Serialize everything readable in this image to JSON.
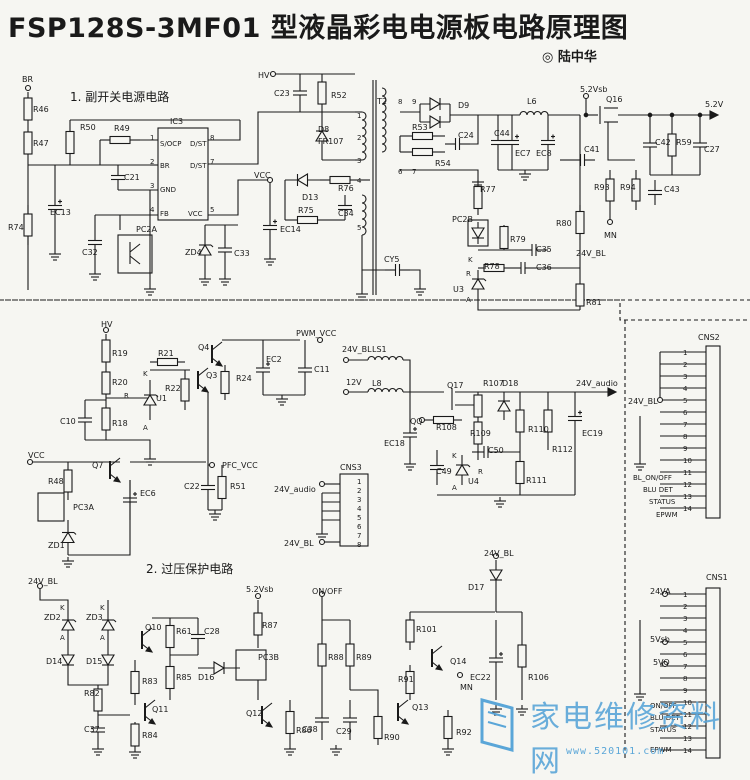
{
  "title": "FSP128S-3MF01 型液晶彩电电源板电路原理图",
  "author": "◎ 陆中华",
  "sections": {
    "standby": "1. 副开关电源电路",
    "overvoltage": "2. 过压保护电路"
  },
  "labels": [
    {
      "id": "br",
      "t": "BR"
    },
    {
      "id": "r46",
      "t": "R46"
    },
    {
      "id": "r47",
      "t": "R47"
    },
    {
      "id": "r74",
      "t": "R74"
    },
    {
      "id": "r50",
      "t": "R50"
    },
    {
      "id": "r49",
      "t": "R49"
    },
    {
      "id": "c21",
      "t": "C21"
    },
    {
      "id": "ec13",
      "t": "EC13"
    },
    {
      "id": "ic3",
      "t": "IC3"
    },
    {
      "id": "ic3p1",
      "t": "S/OCP"
    },
    {
      "id": "ic3p2",
      "t": "D/ST"
    },
    {
      "id": "ic3p3",
      "t": "BR"
    },
    {
      "id": "ic3p4",
      "t": "D/ST"
    },
    {
      "id": "ic3p5",
      "t": "GND"
    },
    {
      "id": "ic3p6",
      "t": "FB"
    },
    {
      "id": "ic3p7",
      "t": "VCC"
    },
    {
      "id": "c32",
      "t": "C32"
    },
    {
      "id": "pc2a",
      "t": "PC2A"
    },
    {
      "id": "zd4",
      "t": "ZD4"
    },
    {
      "id": "c33",
      "t": "C33"
    },
    {
      "id": "hv1",
      "t": "HV"
    },
    {
      "id": "c23",
      "t": "C23"
    },
    {
      "id": "r52",
      "t": "R52"
    },
    {
      "id": "d8",
      "t": "D8"
    },
    {
      "id": "fr107",
      "t": "FR107"
    },
    {
      "id": "vcc1",
      "t": "VCC"
    },
    {
      "id": "d13",
      "t": "D13"
    },
    {
      "id": "r76",
      "t": "R76"
    },
    {
      "id": "r75",
      "t": "R75"
    },
    {
      "id": "c34",
      "t": "C34"
    },
    {
      "id": "ec14",
      "t": "EC14"
    },
    {
      "id": "t2",
      "t": "T2"
    },
    {
      "id": "cy5",
      "t": "CY5"
    },
    {
      "id": "d9",
      "t": "D9"
    },
    {
      "id": "r53",
      "t": "R53"
    },
    {
      "id": "r54",
      "t": "R54"
    },
    {
      "id": "c24",
      "t": "C24"
    },
    {
      "id": "l6",
      "t": "L6"
    },
    {
      "id": "c44",
      "t": "C44"
    },
    {
      "id": "ec7",
      "t": "EC7"
    },
    {
      "id": "ec8",
      "t": "EC8"
    },
    {
      "id": "r77",
      "t": "R77"
    },
    {
      "id": "pc2b",
      "t": "PC2B"
    },
    {
      "id": "r79",
      "t": "R79"
    },
    {
      "id": "c35",
      "t": "C35"
    },
    {
      "id": "r78",
      "t": "R78"
    },
    {
      "id": "c36",
      "t": "C36"
    },
    {
      "id": "u3",
      "t": "U3"
    },
    {
      "id": "r81",
      "t": "R81"
    },
    {
      "id": "r80",
      "t": "R80"
    },
    {
      "id": "v52vsb1",
      "t": "5.2Vsb"
    },
    {
      "id": "q16",
      "t": "Q16"
    },
    {
      "id": "v52",
      "t": "5.2V"
    },
    {
      "id": "c41",
      "t": "C41"
    },
    {
      "id": "c42",
      "t": "C42"
    },
    {
      "id": "r59",
      "t": "R59"
    },
    {
      "id": "c27",
      "t": "C27"
    },
    {
      "id": "r93",
      "t": "R93"
    },
    {
      "id": "r94",
      "t": "R94"
    },
    {
      "id": "c43",
      "t": "C43"
    },
    {
      "id": "mn1",
      "t": "MN"
    },
    {
      "id": "v24bl1",
      "t": "24V_BL"
    },
    {
      "id": "hv2",
      "t": "HV"
    },
    {
      "id": "r19",
      "t": "R19"
    },
    {
      "id": "r20",
      "t": "R20"
    },
    {
      "id": "r18",
      "t": "R18"
    },
    {
      "id": "c10",
      "t": "C10"
    },
    {
      "id": "u1",
      "t": "U1"
    },
    {
      "id": "r21",
      "t": "R21"
    },
    {
      "id": "r22",
      "t": "R22"
    },
    {
      "id": "q4",
      "t": "Q4"
    },
    {
      "id": "q3",
      "t": "Q3"
    },
    {
      "id": "r24",
      "t": "R24"
    },
    {
      "id": "ec2",
      "t": "EC2"
    },
    {
      "id": "c11",
      "t": "C11"
    },
    {
      "id": "pwmvcc",
      "t": "PWM_VCC"
    },
    {
      "id": "vcc2",
      "t": "VCC"
    },
    {
      "id": "r48",
      "t": "R48"
    },
    {
      "id": "pc3a",
      "t": "PC3A"
    },
    {
      "id": "zd1",
      "t": "ZD1"
    },
    {
      "id": "q7",
      "t": "Q7"
    },
    {
      "id": "ec6",
      "t": "EC6"
    },
    {
      "id": "c22",
      "t": "C22"
    },
    {
      "id": "r51",
      "t": "R51"
    },
    {
      "id": "pfcvcc",
      "t": "PFC_VCC"
    },
    {
      "id": "v24bl2",
      "t": "24V_BL"
    },
    {
      "id": "ls1",
      "t": "LS1"
    },
    {
      "id": "v12",
      "t": "12V"
    },
    {
      "id": "l8",
      "t": "L8"
    },
    {
      "id": "ec18",
      "t": "EC18"
    },
    {
      "id": "q17",
      "t": "Q17"
    },
    {
      "id": "r107",
      "t": "R107"
    },
    {
      "id": "d18",
      "t": "D18"
    },
    {
      "id": "v24audio1",
      "t": "24V_audio"
    },
    {
      "id": "qq",
      "t": "QQ"
    },
    {
      "id": "r108",
      "t": "R108"
    },
    {
      "id": "r109",
      "t": "R109"
    },
    {
      "id": "r110",
      "t": "R110"
    },
    {
      "id": "ec19",
      "t": "EC19"
    },
    {
      "id": "r112",
      "t": "R112"
    },
    {
      "id": "c49",
      "t": "C49"
    },
    {
      "id": "c50",
      "t": "C50"
    },
    {
      "id": "u4",
      "t": "U4"
    },
    {
      "id": "r111",
      "t": "R111"
    },
    {
      "id": "cns3",
      "t": "CNS3"
    },
    {
      "id": "v24audio2",
      "t": "24V_audio"
    },
    {
      "id": "v24bl3",
      "t": "24V_BL"
    },
    {
      "id": "cns2",
      "t": "CNS2"
    },
    {
      "id": "v24bl4",
      "t": "24V_BL"
    },
    {
      "id": "blonoff1",
      "t": "BL_ON/OFF"
    },
    {
      "id": "bludet1",
      "t": "BLU DET"
    },
    {
      "id": "status1",
      "t": "STATUS"
    },
    {
      "id": "epwm1",
      "t": "EPWM"
    },
    {
      "id": "cns1",
      "t": "CNS1"
    },
    {
      "id": "v24va",
      "t": "24VA"
    },
    {
      "id": "v5vsb",
      "t": "5Vsb"
    },
    {
      "id": "v5vo",
      "t": "5VO"
    },
    {
      "id": "onoff2",
      "t": "ON/OFF"
    },
    {
      "id": "bludet2",
      "t": "BLU DET"
    },
    {
      "id": "status2",
      "t": "STATUS"
    },
    {
      "id": "epwm2",
      "t": "EPWM"
    },
    {
      "id": "v24bl5",
      "t": "24V_BL"
    },
    {
      "id": "zd2",
      "t": "ZD2"
    },
    {
      "id": "zd3",
      "t": "ZD3"
    },
    {
      "id": "d14",
      "t": "D14"
    },
    {
      "id": "d15",
      "t": "D15"
    },
    {
      "id": "r82",
      "t": "R82"
    },
    {
      "id": "c37",
      "t": "C37"
    },
    {
      "id": "q10",
      "t": "Q10"
    },
    {
      "id": "r61",
      "t": "R61"
    },
    {
      "id": "c28",
      "t": "C28"
    },
    {
      "id": "r83",
      "t": "R83"
    },
    {
      "id": "r85",
      "t": "R85"
    },
    {
      "id": "q11",
      "t": "Q11"
    },
    {
      "id": "r84",
      "t": "R84"
    },
    {
      "id": "d16",
      "t": "D16"
    },
    {
      "id": "v52vsb2",
      "t": "5.2Vsb"
    },
    {
      "id": "r87",
      "t": "R87"
    },
    {
      "id": "pc3b",
      "t": "PC3B"
    },
    {
      "id": "q12",
      "t": "Q12"
    },
    {
      "id": "r86",
      "t": "R86"
    },
    {
      "id": "onoff1",
      "t": "ON/OFF"
    },
    {
      "id": "r88",
      "t": "R88"
    },
    {
      "id": "r89",
      "t": "R89"
    },
    {
      "id": "c38",
      "t": "C38"
    },
    {
      "id": "c29",
      "t": "C29"
    },
    {
      "id": "r90",
      "t": "R90"
    },
    {
      "id": "q13",
      "t": "Q13"
    },
    {
      "id": "r101",
      "t": "R101"
    },
    {
      "id": "q14",
      "t": "Q14"
    },
    {
      "id": "r91",
      "t": "R91"
    },
    {
      "id": "mn2",
      "t": "MN"
    },
    {
      "id": "r92",
      "t": "R92"
    },
    {
      "id": "v24bl6",
      "t": "24V_BL"
    },
    {
      "id": "d17",
      "t": "D17"
    },
    {
      "id": "ec22",
      "t": "EC22"
    },
    {
      "id": "r106",
      "t": "R106"
    }
  ],
  "cns2_pins": [
    "1",
    "2",
    "3",
    "4",
    "5",
    "6",
    "7",
    "8",
    "9",
    "10",
    "11",
    "12",
    "13",
    "14"
  ],
  "cns1_pins": [
    "1",
    "2",
    "3",
    "4",
    "5",
    "6",
    "7",
    "8",
    "9",
    "10",
    "11",
    "12",
    "13",
    "14"
  ],
  "cns3_pins": [
    "1",
    "2",
    "3",
    "4",
    "5",
    "6",
    "7",
    "8"
  ],
  "watermark": {
    "text": "家电维修资料网",
    "url": "www.520101.com"
  },
  "colors": {
    "ink": "#1a1a1a",
    "paper": "#f6f6f2",
    "watermark": "#5aa6d8"
  }
}
